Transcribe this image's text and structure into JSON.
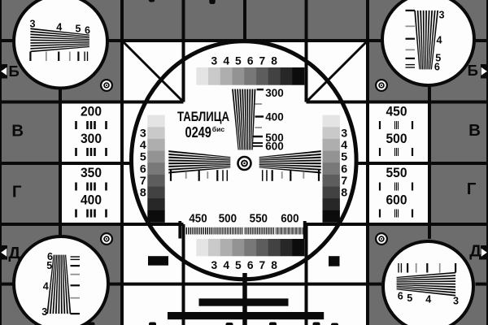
{
  "card": {
    "name": "television-test-card",
    "title_line1": "ТАБЛИЦА",
    "title_line2": "0249",
    "title_sup": "бис"
  },
  "palette": {
    "background_gray": "#6d6d6d",
    "ink_black": "#0a0a0a",
    "paper_white": "#fdfdfd",
    "tick_gray": "#8f8f8f"
  },
  "grayscale_steps": [
    "#e4e4e4",
    "#c9c9c9",
    "#aeaeae",
    "#939393",
    "#787878",
    "#5d5d5d",
    "#424242",
    "#272727",
    "#0c0c0c"
  ],
  "top_scale_labels": [
    "3",
    "4",
    "5",
    "6",
    "7",
    "8"
  ],
  "bottom_scale_labels": [
    "3",
    "4",
    "5",
    "6",
    "7",
    "8"
  ],
  "left_column_labels": [
    "3",
    "4",
    "5",
    "6",
    "7",
    "8"
  ],
  "right_column_labels": [
    "3",
    "4",
    "5",
    "6",
    "7",
    "8"
  ],
  "center_wedge_labels": [
    "300",
    "400",
    "500",
    "600"
  ],
  "frequency_labels": [
    "450",
    "500",
    "550",
    "600"
  ],
  "row_letters_left": [
    "Б",
    "В",
    "Г",
    "Д"
  ],
  "row_letters_right": [
    "Б",
    "В",
    "Г",
    "Д"
  ],
  "corner_circle_labels": {
    "top_left": [
      "3",
      "4",
      "5",
      "6"
    ],
    "top_right": [
      "3",
      "4",
      "5",
      "6"
    ],
    "bottom_left": [
      "6",
      "5",
      "4",
      "3"
    ],
    "bottom_right": [
      "6",
      "5",
      "4",
      "3"
    ]
  },
  "side_cells": {
    "left_upper": {
      "num1": "200",
      "num2": "300"
    },
    "left_lower": {
      "num1": "350",
      "num2": "400"
    },
    "right_upper": {
      "num1": "450",
      "num2": "500"
    },
    "right_lower": {
      "num1": "550",
      "num2": "600"
    }
  }
}
